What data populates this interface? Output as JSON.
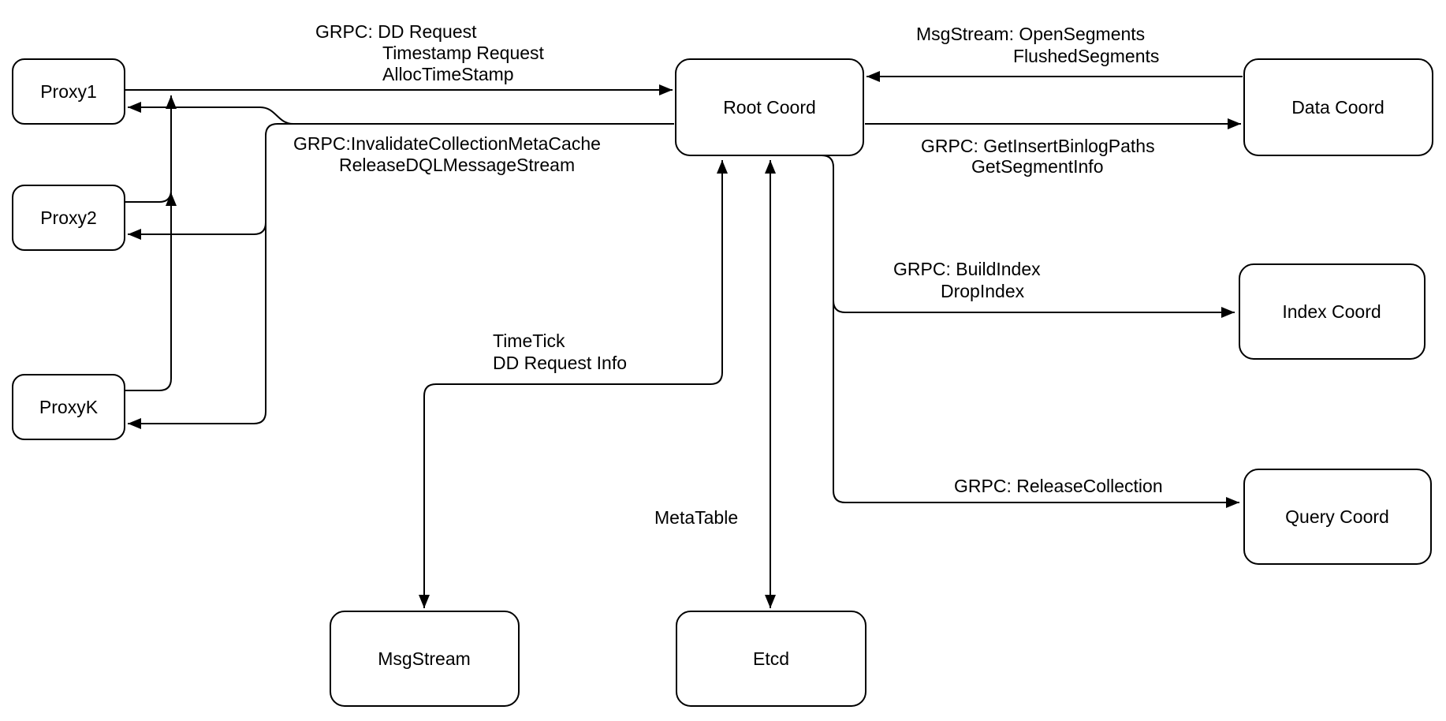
{
  "diagram_name": "root-coord-architecture",
  "colors": {
    "stroke": "#000000",
    "fill": "#ffffff",
    "background": "#ffffff",
    "text": "#000000"
  },
  "nodes": {
    "proxy1": {
      "label": "Proxy1"
    },
    "proxy2": {
      "label": "Proxy2"
    },
    "proxyk": {
      "label": "ProxyK"
    },
    "root_coord": {
      "label": "Root Coord"
    },
    "data_coord": {
      "label": "Data Coord"
    },
    "index_coord": {
      "label": "Index Coord"
    },
    "query_coord": {
      "label": "Query Coord"
    },
    "msg_stream": {
      "label": "MsgStream"
    },
    "etcd": {
      "label": "Etcd"
    }
  },
  "edges": {
    "proxy_to_root_coord": {
      "lines": [
        "GRPC: DD Request",
        "Timestamp Request",
        "AllocTimeStamp"
      ]
    },
    "root_coord_to_proxy": {
      "lines": [
        "GRPC:InvalidateCollectionMetaCache",
        "ReleaseDQLMessageStream"
      ]
    },
    "data_coord_to_root_coord": {
      "lines": [
        "MsgStream: OpenSegments",
        "FlushedSegments"
      ]
    },
    "root_coord_to_data_coord": {
      "lines": [
        "GRPC: GetInsertBinlogPaths",
        "GetSegmentInfo"
      ]
    },
    "root_coord_to_index_coord": {
      "lines": [
        "GRPC: BuildIndex",
        "DropIndex"
      ]
    },
    "root_coord_to_query_coord": {
      "lines": [
        "GRPC: ReleaseCollection"
      ]
    },
    "root_coord_to_msg_stream": {
      "lines": [
        "TimeTick",
        "DD Request Info"
      ]
    },
    "root_coord_to_etcd": {
      "lines": [
        "MetaTable"
      ]
    }
  }
}
